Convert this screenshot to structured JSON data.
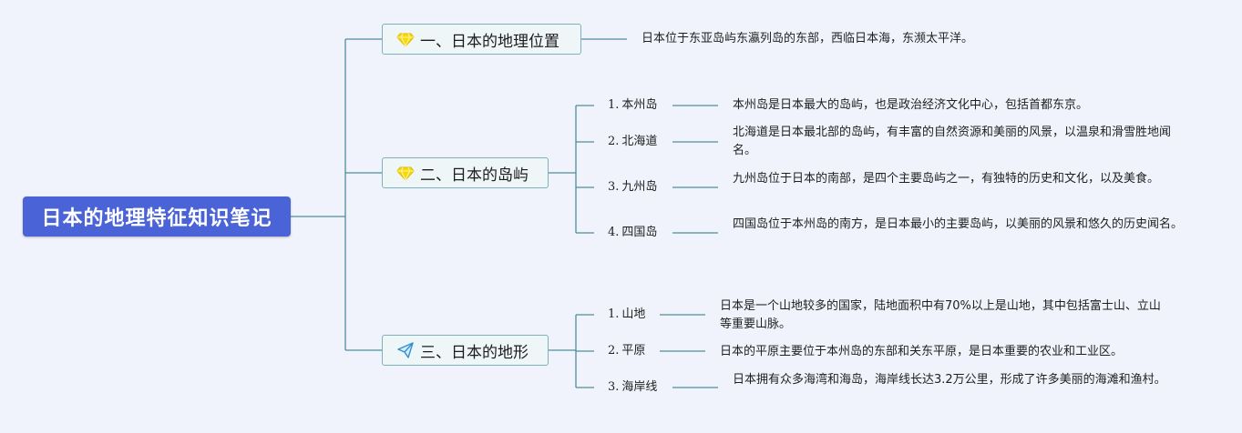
{
  "root": {
    "title": "日本的地理特征知识笔记"
  },
  "branches": [
    {
      "icon": "diamond-icon",
      "title": "一、日本的地理位置",
      "description": "日本位于东亚岛屿东瀛列岛的东部，西临日本海，东濒太平洋。"
    },
    {
      "icon": "diamond-icon",
      "title": "二、日本的岛屿",
      "children": [
        {
          "num": "1.",
          "label": "本州岛",
          "description": "本州岛是日本最大的岛屿，也是政治经济文化中心，包括首都东京。"
        },
        {
          "num": "2.",
          "label": "北海道",
          "description": "北海道是日本最北部的岛屿，有丰富的自然资源和美丽的风景，以温泉和滑雪胜地闻名。"
        },
        {
          "num": "3.",
          "label": "九州岛",
          "description": "九州岛位于日本的南部，是四个主要岛屿之一，有独特的历史和文化，以及美食。"
        },
        {
          "num": "4.",
          "label": "四国岛",
          "description": "四国岛位于本州岛的南方，是日本最小的主要岛屿，以美丽的风景和悠久的历史闻名。"
        }
      ]
    },
    {
      "icon": "paper-plane-icon",
      "title": "三、日本的地形",
      "children": [
        {
          "num": "1.",
          "label": "山地",
          "description": "日本是一个山地较多的国家，陆地面积中有70%以上是山地，其中包括富士山、立山等重要山脉。"
        },
        {
          "num": "2.",
          "label": "平原",
          "description": "日本的平原主要位于本州岛的东部和关东平原，是日本重要的农业和工业区。"
        },
        {
          "num": "3.",
          "label": "海岸线",
          "description": "日本拥有众多海湾和海岛，海岸线长达3.2万公里，形成了许多美丽的海滩和渔村。"
        }
      ]
    }
  ],
  "colors": {
    "background": "#f1f3fc",
    "root_fill": "#4a64d8",
    "branch_fill": "#eef6f8",
    "branch_border": "#7fb1ba",
    "connector": "#4e8f98",
    "diamond": "#f5d90a",
    "plane": "#2f8fd4"
  }
}
